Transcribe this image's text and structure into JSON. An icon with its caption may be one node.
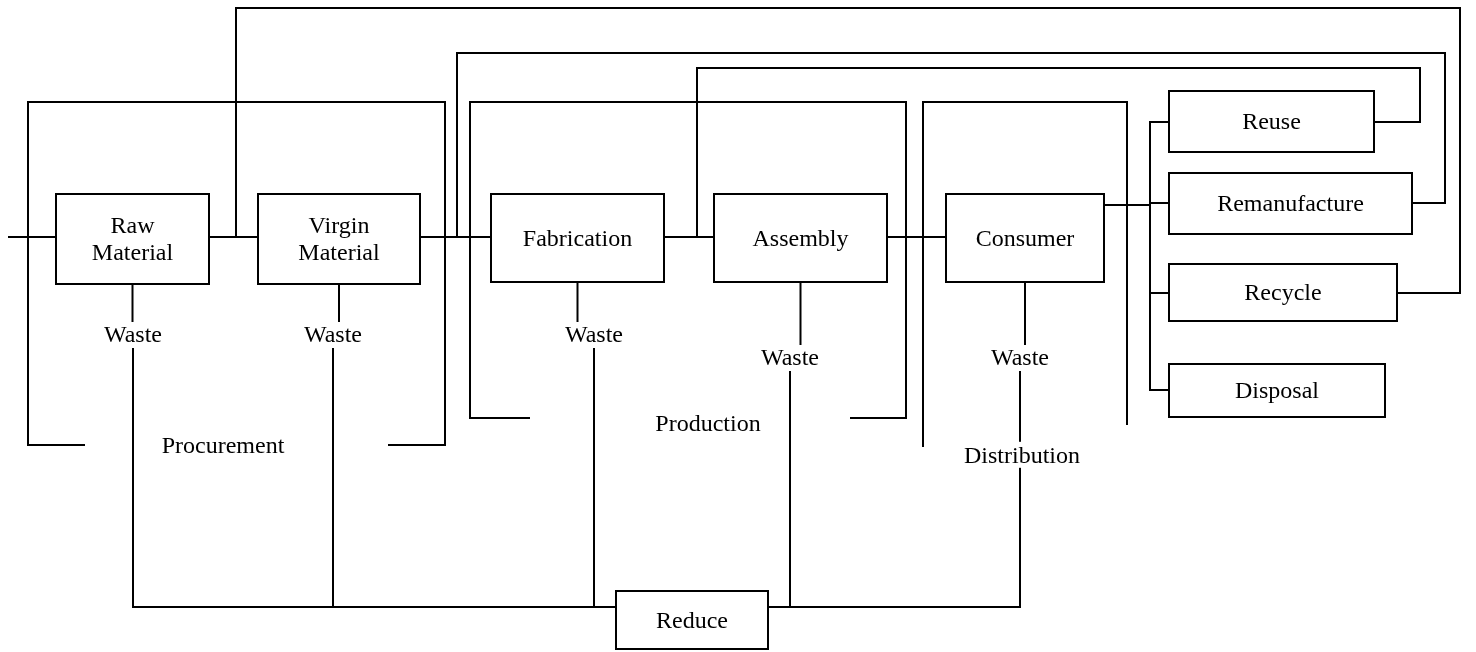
{
  "diagram": {
    "nodes": [
      {
        "text": [
          "Procurement"
        ]
      },
      {
        "text": [
          "Raw Material"
        ],
        "in": 0
      },
      {
        "text": [
          "Virgin Material"
        ],
        "in": 0
      },
      {
        "text": [
          "Waste"
        ],
        "in": 0
      },
      {
        "text": [
          "Waste"
        ],
        "in": 0
      },
      {
        "text": [
          "Production"
        ]
      },
      {
        "text": [
          "Fabrication"
        ],
        "in": 5
      },
      {
        "text": [
          "Assembly"
        ],
        "in": 5
      },
      {
        "text": [
          "Waste"
        ],
        "in": 5
      },
      {
        "text": [
          "Waste"
        ],
        "in": 5
      },
      {
        "text": [
          "Distribution"
        ]
      },
      {
        "text": [
          "Consumer"
        ],
        "in": 10
      },
      {
        "text": [
          "Waste"
        ],
        "in": 10
      },
      {
        "text": [
          "Reuse"
        ]
      },
      {
        "text": [
          "Remanufacture"
        ]
      },
      {
        "text": [
          "Recycle"
        ]
      },
      {
        "text": [
          "Disposal"
        ]
      },
      {
        "text": [
          "Reduce"
        ]
      }
    ],
    "edges": [
      {
        "from": null,
        "to": 1,
        "arrow": "none"
      },
      {
        "from": 1,
        "to": 2,
        "arrow": "none"
      },
      {
        "from": 2,
        "to": 6,
        "arrow": "none"
      },
      {
        "from": 6,
        "to": 7,
        "arrow": "none"
      },
      {
        "from": 7,
        "to": 11,
        "arrow": "none"
      },
      {
        "from": 11,
        "to": 13,
        "arrow": "none"
      },
      {
        "from": 11,
        "to": 14,
        "arrow": "none"
      },
      {
        "from": 11,
        "to": 15,
        "arrow": "none"
      },
      {
        "from": 11,
        "to": 16,
        "arrow": "none"
      },
      {
        "from": 13,
        "to": 7,
        "arrow": "none"
      },
      {
        "from": 14,
        "to": 6,
        "arrow": "none"
      },
      {
        "from": 15,
        "to": 2,
        "arrow": "none"
      },
      {
        "from": 1,
        "to": 3,
        "arrow": "none"
      },
      {
        "from": 2,
        "to": 4,
        "arrow": "none"
      },
      {
        "from": 6,
        "to": 8,
        "arrow": "none"
      },
      {
        "from": 7,
        "to": 9,
        "arrow": "none"
      },
      {
        "from": 11,
        "to": 12,
        "arrow": "none"
      },
      {
        "from": 3,
        "to": 17,
        "arrow": "none"
      },
      {
        "from": 4,
        "to": 17,
        "arrow": "none"
      },
      {
        "from": 8,
        "to": 17,
        "arrow": "none"
      },
      {
        "from": 9,
        "to": 17,
        "arrow": "none"
      },
      {
        "from": 12,
        "to": 17,
        "arrow": "none"
      }
    ]
  }
}
